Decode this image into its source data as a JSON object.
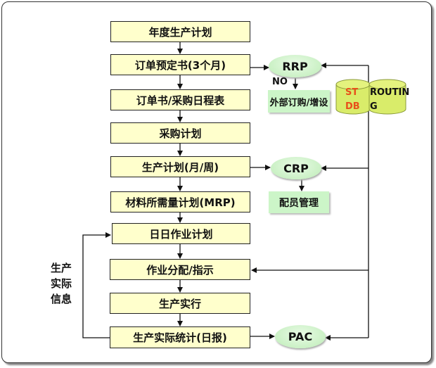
{
  "flow": {
    "main_steps": [
      "年度生产计划",
      "订单预定书(3个月)",
      "订单书/采购日程表",
      "采购计划",
      "生产计划(月/周)",
      "材料所需量计划(MRP)",
      "日日作业计划",
      "作业分配/指示",
      "生产实行",
      "生产实际统计(日报)"
    ],
    "nodes": {
      "rrp": "RRP",
      "crp": "CRP",
      "pac": "PAC"
    },
    "side_boxes": {
      "external_purchase": "外部订购/增设",
      "staffing": "配员管理"
    },
    "no_label": "NO",
    "databases": {
      "st_db_line1": "ST",
      "st_db_line2": "DB",
      "routing_line1": "ROUTIN",
      "routing_line2": "G"
    },
    "feedback_label": [
      "生产",
      "实际",
      "信息"
    ]
  },
  "colors": {
    "main_box_fill": "#ffffcc",
    "node_fill": "#c6efc0",
    "db_fill": "#d9ec6a",
    "st_db_text": "#e8501a"
  }
}
